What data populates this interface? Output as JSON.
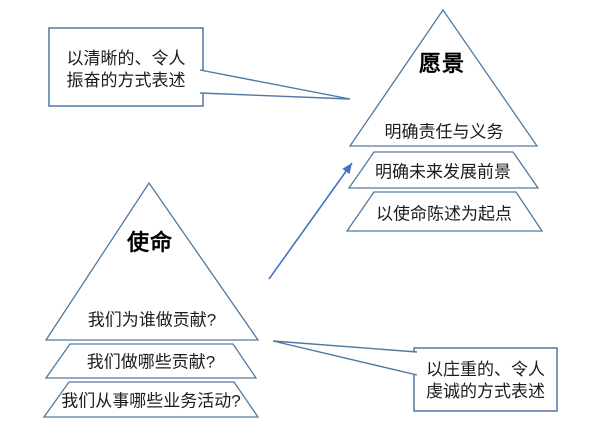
{
  "colors": {
    "shape_outline": "#54799f",
    "callout_outline": "#4f79a3",
    "arrow": "#4472c4",
    "text": "#1c1c1c"
  },
  "vision_pyramid": {
    "title": "愿景",
    "top_layer_text": "明确责任与义务",
    "layer2_text": "明确未来发展前景",
    "layer3_text": "以使命陈述为起点"
  },
  "mission_pyramid": {
    "title": "使命",
    "top_layer_text": "我们为谁做贡献?",
    "layer2_text": "我们做哪些贡献?",
    "layer3_text": "我们从事哪些业务活动?"
  },
  "callouts": {
    "vision_note": {
      "line1": "以清晰的、令人",
      "line2": "振奋的方式表述"
    },
    "mission_note": {
      "line1": "以庄重的、令人",
      "line2": "虔诚的方式表述"
    }
  }
}
